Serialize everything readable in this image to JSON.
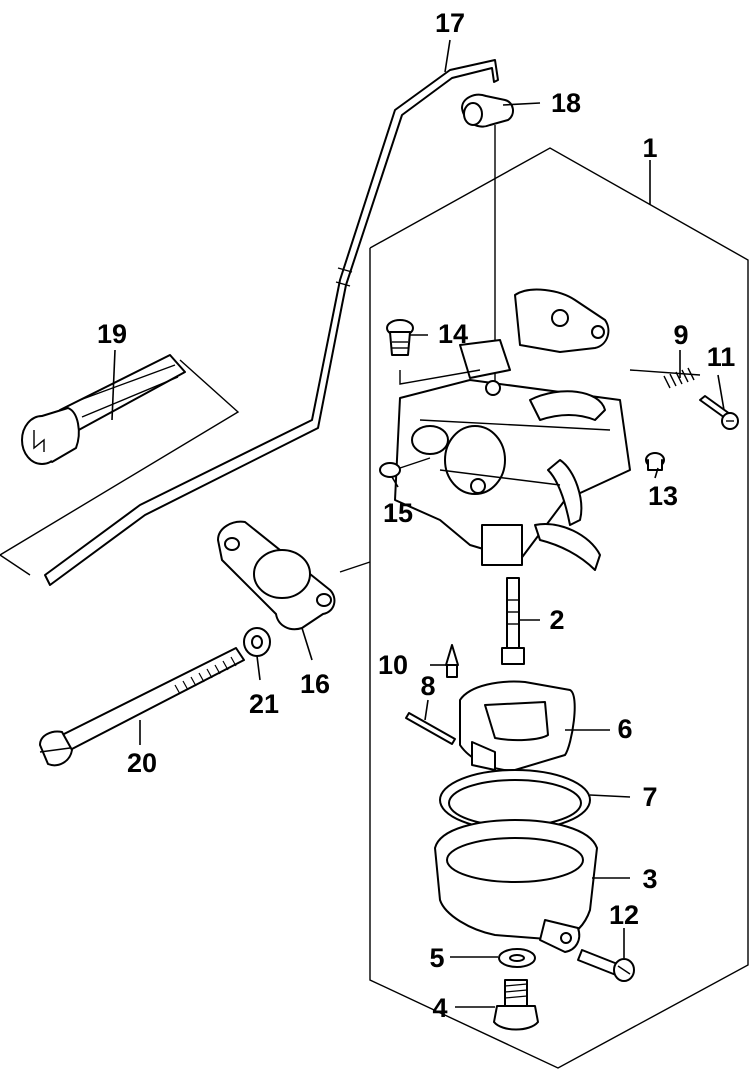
{
  "diagram": {
    "type": "exploded-parts-diagram",
    "parts": [
      {
        "id": "1",
        "icon": "carburetor-assembly-outline"
      },
      {
        "id": "2",
        "icon": "main-jet-nozzle"
      },
      {
        "id": "3",
        "icon": "float-bowl"
      },
      {
        "id": "4",
        "icon": "drain-bolt"
      },
      {
        "id": "5",
        "icon": "washer"
      },
      {
        "id": "6",
        "icon": "float"
      },
      {
        "id": "7",
        "icon": "gasket-ring"
      },
      {
        "id": "8",
        "icon": "float-pin"
      },
      {
        "id": "9",
        "icon": "spring"
      },
      {
        "id": "10",
        "icon": "float-valve"
      },
      {
        "id": "11",
        "icon": "throttle-stop-screw"
      },
      {
        "id": "12",
        "icon": "screw"
      },
      {
        "id": "13",
        "icon": "plug"
      },
      {
        "id": "14",
        "icon": "pilot-screw"
      },
      {
        "id": "15",
        "icon": "screw"
      },
      {
        "id": "16",
        "icon": "insulator-gasket"
      },
      {
        "id": "17",
        "icon": "throttle-rod"
      },
      {
        "id": "18",
        "icon": "rod-clip"
      },
      {
        "id": "19",
        "icon": "choke-knob"
      },
      {
        "id": "20",
        "icon": "stud-bolt"
      },
      {
        "id": "21",
        "icon": "washer"
      }
    ]
  }
}
